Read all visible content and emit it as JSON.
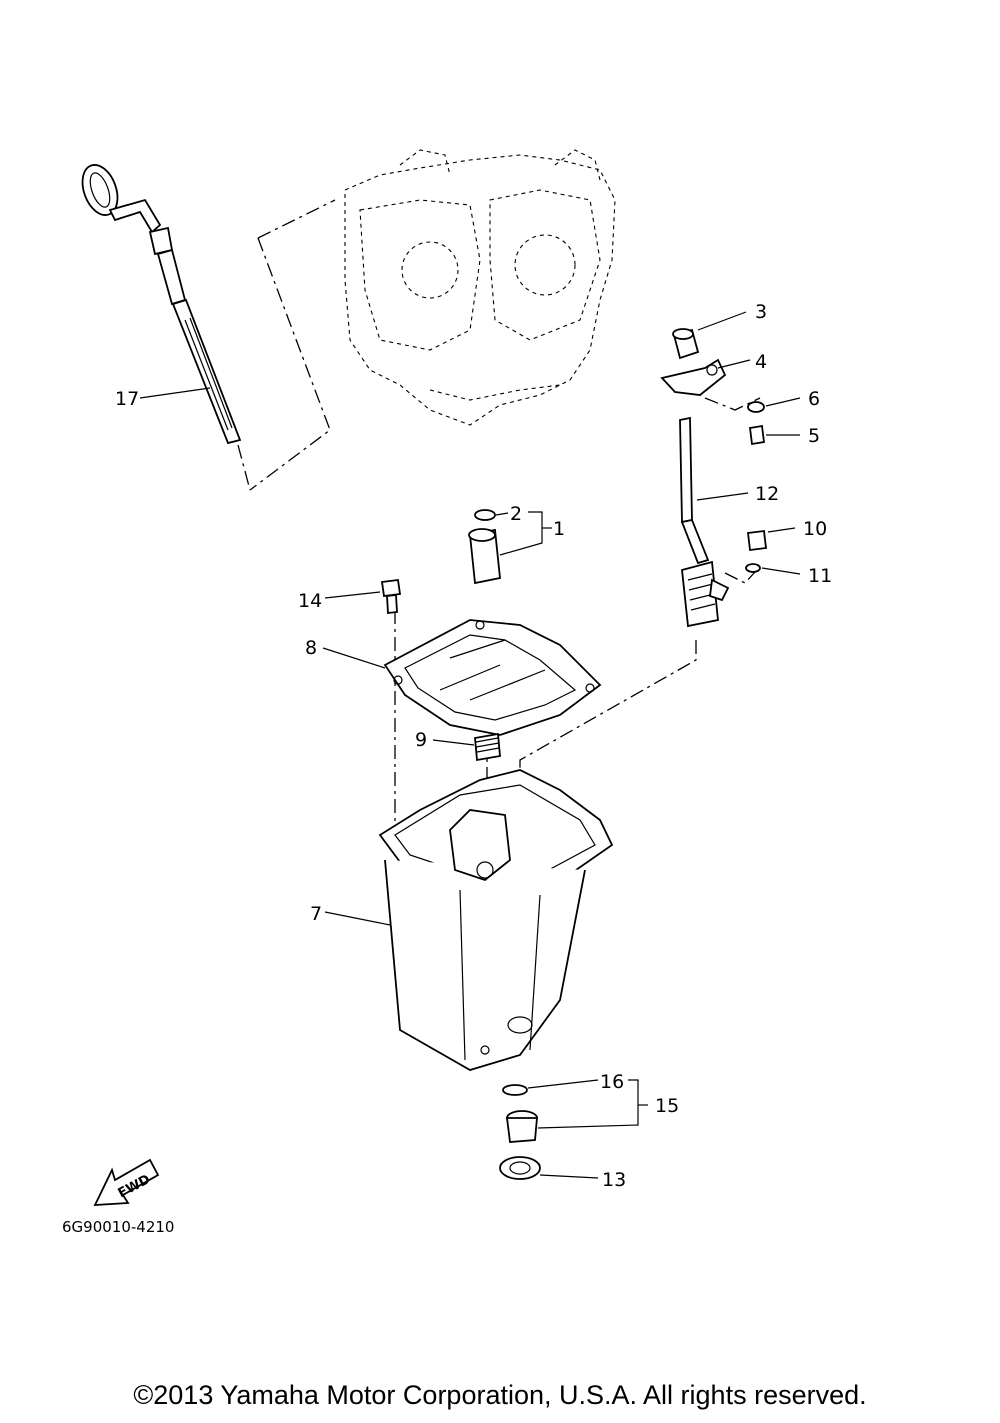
{
  "diagram_code": "6G90010-4210",
  "fwd_label": "FWD",
  "copyright": "©2013 Yamaha Motor Corporation, U.S.A. All rights reserved.",
  "callouts": {
    "c1": "1",
    "c2": "2",
    "c3": "3",
    "c4": "4",
    "c5": "5",
    "c6": "6",
    "c7": "7",
    "c8": "8",
    "c9": "9",
    "c10": "10",
    "c11": "11",
    "c12": "12",
    "c13": "13",
    "c14": "14",
    "c15": "15",
    "c16": "16",
    "c17": "17"
  }
}
